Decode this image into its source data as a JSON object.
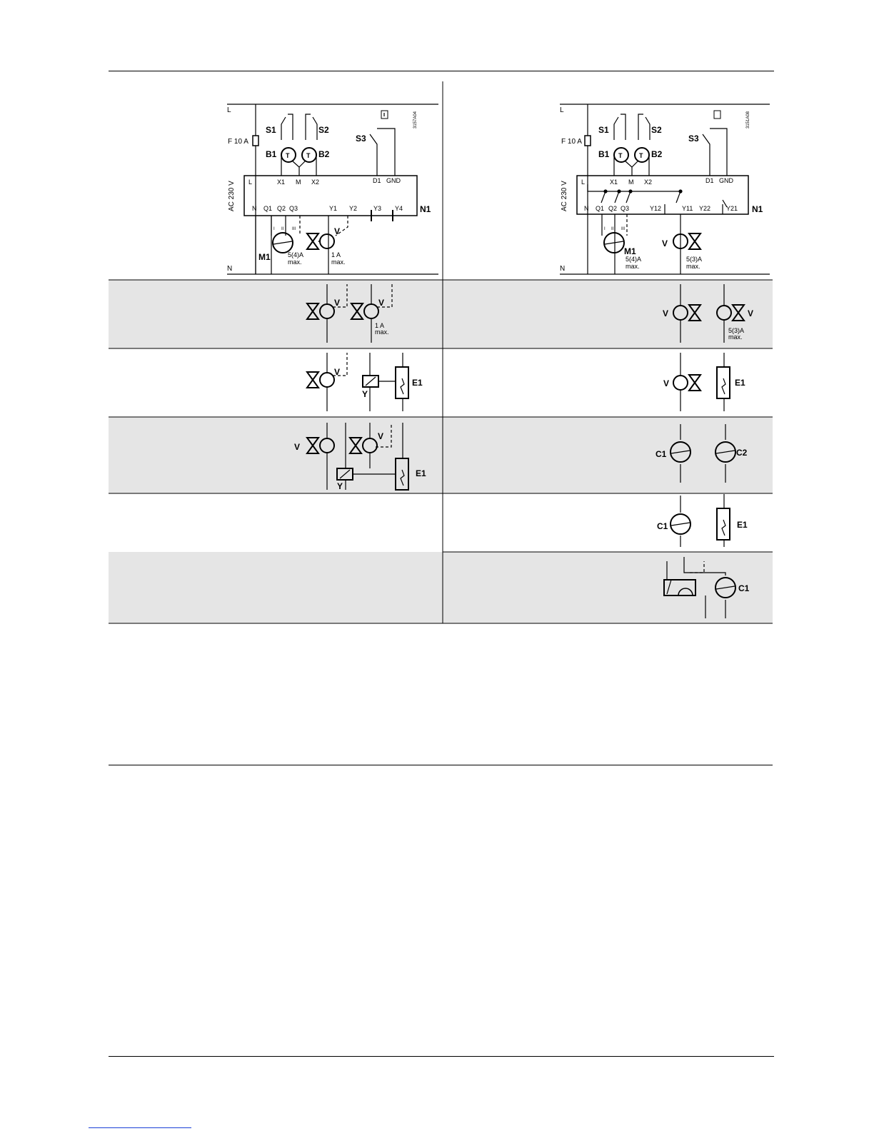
{
  "common": {
    "line_L": "L",
    "line_N": "N",
    "fuse": "F 10 A",
    "supply": "AC 230 V",
    "controller": "N1",
    "sensor1": "B1",
    "sensor2": "B2",
    "switch1": "S1",
    "switch2": "S2",
    "switch3": "S3",
    "motor": "M1",
    "valve": "V",
    "relay": "Y",
    "heater": "E1",
    "compressor1": "C1",
    "compressor2": "C2",
    "max": "max.",
    "ind_I": "I",
    "ind_II": "II",
    "ind_III": "III",
    "sensor_glyph": "T"
  },
  "left": {
    "doc_code": "3157A04",
    "terminals_top": [
      "L",
      "X1",
      "M",
      "X2",
      "D1",
      "GND"
    ],
    "terminals_bottom": [
      "N",
      "Q1",
      "Q2",
      "Q3",
      "Y1",
      "Y2",
      "Y3",
      "Y4"
    ],
    "motor_rating": "5(4)A",
    "valve_rating": "1 A"
  },
  "right": {
    "doc_code": "3151A08",
    "terminals_top": [
      "L",
      "X1",
      "M",
      "X2",
      "D1",
      "GND"
    ],
    "terminals_bottom": [
      "N",
      "Q1",
      "Q2",
      "Q3",
      "Y12",
      "Y11",
      "Y22",
      "Y21"
    ],
    "motor_rating": "5(4)A",
    "valve_rating": "5(3)A"
  },
  "rows": {
    "r1_right_rating": "5(3)A",
    "r1_left_rating": "1 A"
  }
}
